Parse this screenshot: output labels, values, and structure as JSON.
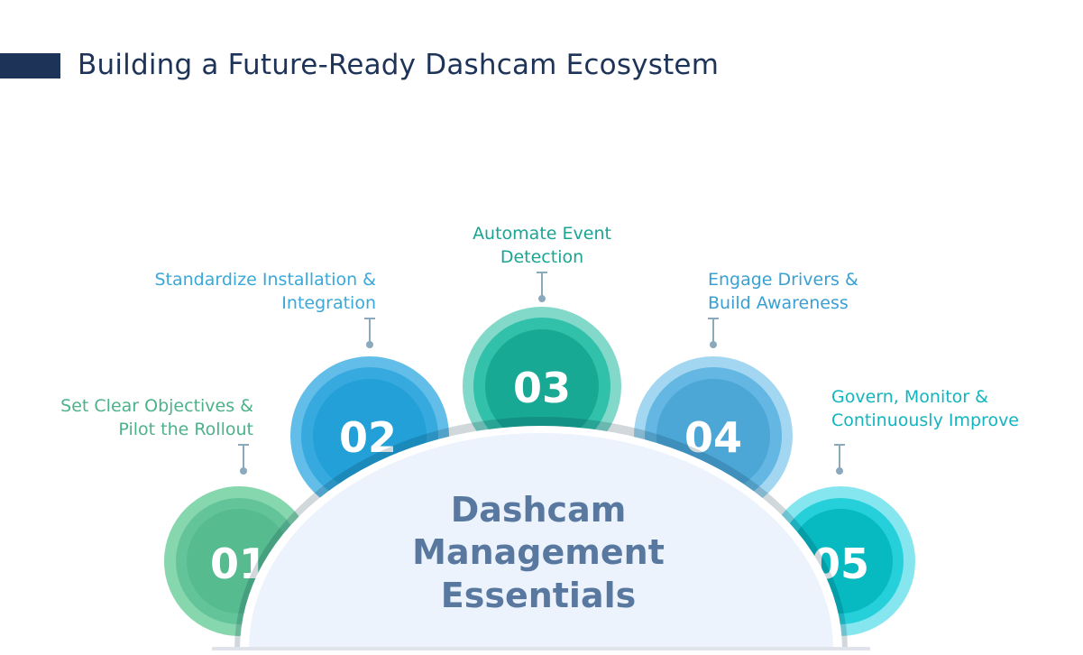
{
  "title": "Building a Future-Ready Dashcam Ecosystem",
  "center": {
    "lines": [
      "Dashcam",
      "Management",
      "Essentials"
    ]
  },
  "steps": [
    {
      "number": "01",
      "lines": [
        "Set Clear Objectives &",
        "Pilot the Rollout"
      ],
      "color": "#4cb28a"
    },
    {
      "number": "02",
      "lines": [
        "Standardize Installation &",
        "Integration"
      ],
      "color": "#3aa8d8"
    },
    {
      "number": "03",
      "lines": [
        "Automate Event",
        "Detection"
      ],
      "color": "#1aa593"
    },
    {
      "number": "04",
      "lines": [
        "Engage Drivers &",
        "Build Awareness"
      ],
      "color": "#3a9fd2"
    },
    {
      "number": "05",
      "lines": [
        "Govern, Monitor &",
        "Continuously Improve"
      ],
      "color": "#11b5bf"
    }
  ]
}
